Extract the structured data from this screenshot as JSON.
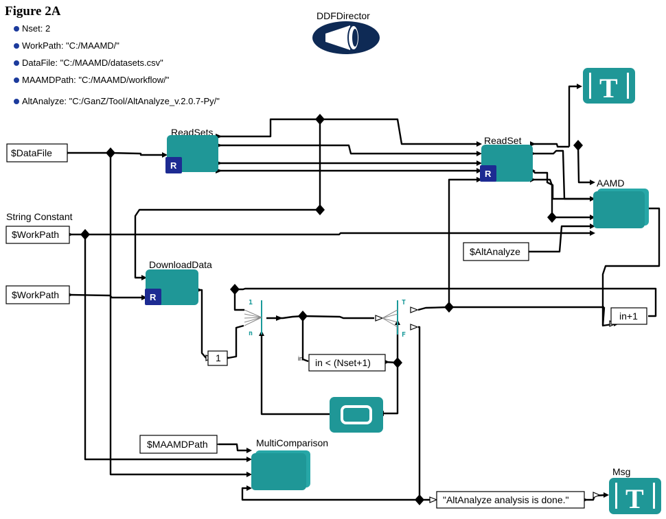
{
  "figure": {
    "title": "Figure 2A"
  },
  "parameters": [
    {
      "text": "Nset: 2"
    },
    {
      "text": "WorkPath: \"C:/MAAMD/\""
    },
    {
      "text": "DataFile: \"C:/MAAMD/datasets.csv\""
    },
    {
      "text": "MAAMDPath: \"C:/MAAMD/workflow/\""
    },
    {
      "text": "AltAnalyze: \"C:/GanZ/Tool/AltAnalyze_v.2.0.7-Py/\""
    }
  ],
  "director": {
    "label": "DDFDirector"
  },
  "sources": {
    "datafile": "$DataFile",
    "string_constant_label": "String Constant",
    "workpath1": "$WorkPath",
    "workpath2": "$WorkPath",
    "maamdpath": "$MAAMDPath",
    "altanalyze": "$AltAnalyze"
  },
  "actors": {
    "readsets": "ReadSets",
    "readset": "ReadSet",
    "aamd": "AAMD",
    "downloaddata": "DownloadData",
    "multicomparison": "MultiComparison",
    "msg": "Msg"
  },
  "badges": {
    "r": "R",
    "t": "T"
  },
  "expressions": {
    "one": "1",
    "condition": "in < (Nset+1)",
    "condition_port": "in",
    "increment": "in+1",
    "done_message": "\"AltAnalyze analysis is done.\""
  },
  "port_labels": {
    "mux_top": "1",
    "mux_bottom": "n",
    "switch_true": "T",
    "switch_false": "F"
  },
  "colors": {
    "actor": "#1f9797",
    "badge": "#1d2b92",
    "bullet": "#1c3b9c",
    "director": "#0e2a55"
  }
}
